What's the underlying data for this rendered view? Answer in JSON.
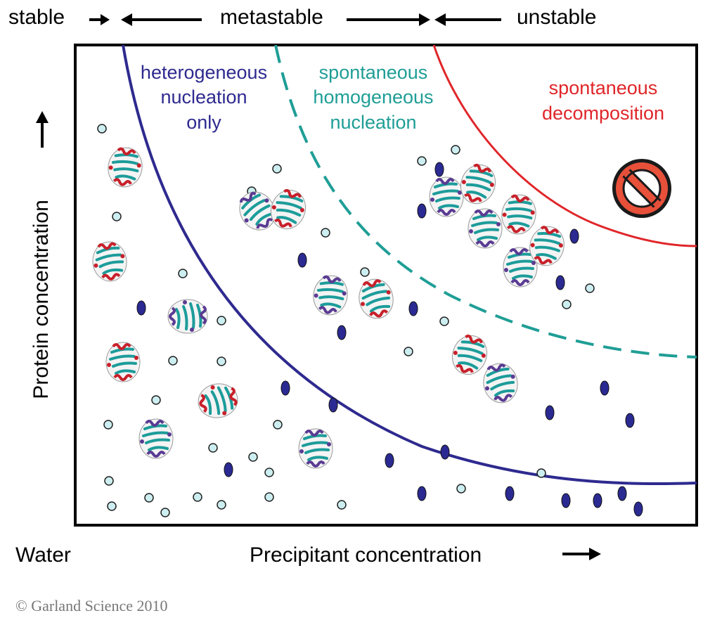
{
  "header": {
    "stable": "stable",
    "metastable": "metastable",
    "unstable": "unstable"
  },
  "regions": {
    "heterogeneous": [
      "heterogeneous",
      "nucleation",
      "only"
    ],
    "homogeneous": [
      "spontaneous",
      "homogeneous",
      "nucleation"
    ],
    "decomposition": [
      "spontaneous",
      "decomposition"
    ]
  },
  "axes": {
    "y_label": "Protein concentration",
    "x_left": "Water",
    "x_label": "Precipitant concentration"
  },
  "footer": {
    "credit": "© Garland Science 2010"
  },
  "colors": {
    "heterogeneous_curve": "#2e2a8f",
    "homogeneous_curve": "#1f9e96",
    "decomposition_curve": "#e0262a",
    "small_molecule": "#cdeef0",
    "precipitant": "#2b2a92",
    "protein_red": "#c8202a",
    "protein_teal": "#1c9c9a",
    "protein_purple": "#5a3b93"
  },
  "icons": {
    "forbidden": "no-entry-icon"
  }
}
